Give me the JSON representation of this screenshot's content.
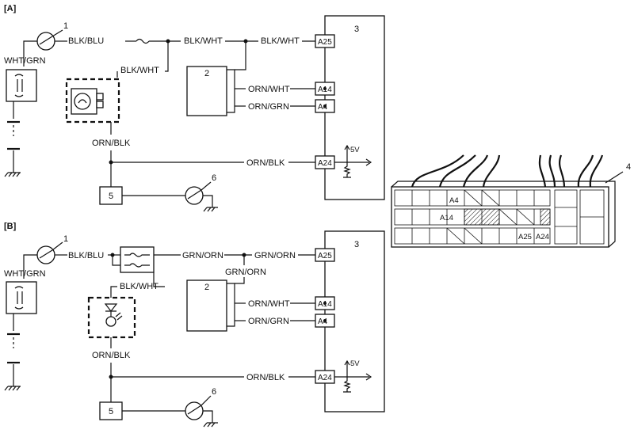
{
  "section_a": {
    "label": "[A]",
    "callouts": {
      "switch": "1",
      "sensor": "2",
      "ecm": "3",
      "ground_switch": "6",
      "module": "5"
    },
    "wires": {
      "wht_grn": "WHT/GRN",
      "blk_blu": "BLK/BLU",
      "blk_wht_top": "BLK/WHT",
      "blk_wht_mid": "BLK/WHT",
      "blk_wht_branch": "BLK/WHT",
      "orn_wht": "ORN/WHT",
      "orn_grn": "ORN/GRN",
      "orn_blk_left": "ORN/BLK",
      "orn_blk_line": "ORN/BLK"
    },
    "pins": {
      "a25": "A25",
      "a14": "A14",
      "a4": "A4",
      "a24": "A24"
    },
    "voltage": "5V"
  },
  "section_b": {
    "label": "[B]",
    "callouts": {
      "switch": "1",
      "sensor": "2",
      "ecm": "3",
      "ground_switch": "6",
      "module": "5"
    },
    "wires": {
      "wht_grn": "WHT/GRN",
      "blk_blu": "BLK/BLU",
      "grn_orn_left": "GRN/ORN",
      "grn_orn_right": "GRN/ORN",
      "grn_orn_below": "GRN/ORN",
      "blk_wht": "BLK/WHT",
      "orn_wht": "ORN/WHT",
      "orn_grn": "ORN/GRN",
      "orn_blk_left": "ORN/BLK",
      "orn_blk_line": "ORN/BLK"
    },
    "pins": {
      "a25": "A25",
      "a14": "A14",
      "a4": "A4",
      "a24": "A24"
    },
    "voltage": "5V"
  },
  "connector": {
    "callout": "4",
    "pins": {
      "a4": "A4",
      "a14": "A14",
      "a25": "A25",
      "a24": "A24"
    }
  }
}
